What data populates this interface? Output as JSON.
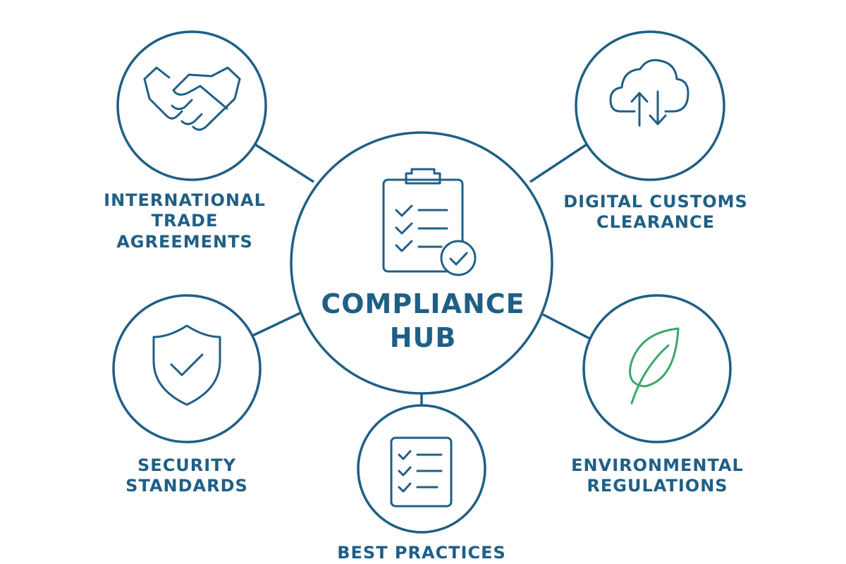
{
  "colors": {
    "primary": "#1f5f86",
    "leaf": "#3aa76a",
    "background": "#ffffff"
  },
  "hub": {
    "title_line1": "COMPLIANCE",
    "title_line2": "HUB",
    "icon": "clipboard-check-icon"
  },
  "nodes": {
    "trade": {
      "line1": "INTERNATIONAL",
      "line2": "TRADE",
      "line3": "AGREEMENTS",
      "icon": "handshake-icon"
    },
    "customs": {
      "line1": "DIGITAL CUSTOMS",
      "line2": "CLEARANCE",
      "icon": "cloud-sync-icon"
    },
    "security": {
      "line1": "SECURITY",
      "line2": "STANDARDS",
      "icon": "shield-check-icon"
    },
    "practices": {
      "line1": "BEST PRACTICES",
      "icon": "checklist-icon"
    },
    "environment": {
      "line1": "ENVIRONMENTAL",
      "line2": "REGULATIONS",
      "icon": "leaf-icon"
    }
  }
}
